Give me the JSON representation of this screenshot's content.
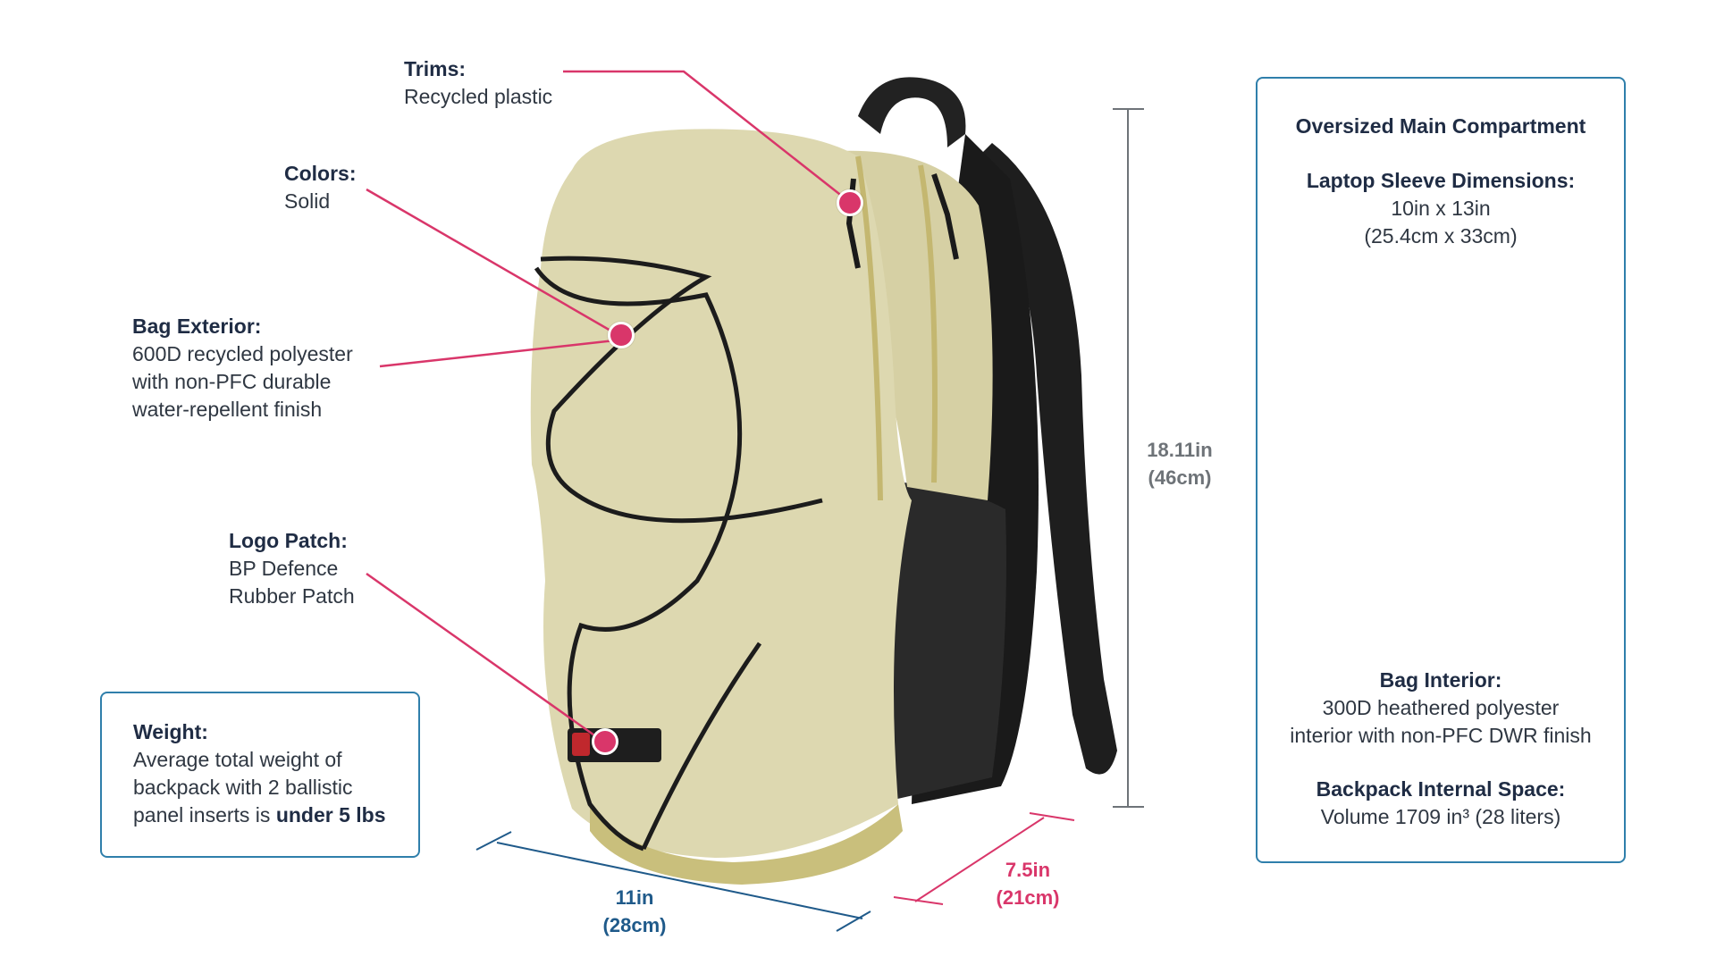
{
  "callouts": {
    "trims": {
      "title": "Trims:",
      "line1": "Recycled plastic"
    },
    "colors": {
      "title": "Colors:",
      "line1": "Solid"
    },
    "exterior": {
      "title": "Bag Exterior:",
      "line1": "600D recycled polyester",
      "line2": "with non-PFC durable",
      "line3": "water-repellent finish"
    },
    "logo": {
      "title": "Logo Patch:",
      "line1": "BP Defence",
      "line2": "Rubber Patch"
    }
  },
  "weight_box": {
    "title": "Weight:",
    "line1": "Average total weight of",
    "line2": "backpack with 2 ballistic",
    "line3_prefix": "panel inserts is ",
    "line3_bold": "under 5 lbs"
  },
  "dimensions": {
    "height_in": "18.11in",
    "height_cm": "(46cm)",
    "width_in": "11in",
    "width_cm": "(28cm)",
    "depth_in": "7.5in",
    "depth_cm": "(21cm)"
  },
  "right_panel": {
    "heading": "Oversized Main Compartment",
    "laptop_title": "Laptop Sleeve Dimensions:",
    "laptop_line1": "10in x 13in",
    "laptop_line2": "(25.4cm x 33cm)",
    "interior_title": "Bag Interior:",
    "interior_line1": "300D heathered polyester",
    "interior_line2": "interior with non-PFC DWR finish",
    "space_title": "Backpack Internal Space:",
    "space_line1": "Volume 1709 in³ (28 liters)"
  },
  "colors": {
    "accent": "#d9366a",
    "frame": "#2f7fab",
    "width_dim": "#1f5a8a",
    "depth_dim": "#d9366a",
    "height_dim": "#6e7378",
    "bag": "#ddd8b0"
  }
}
